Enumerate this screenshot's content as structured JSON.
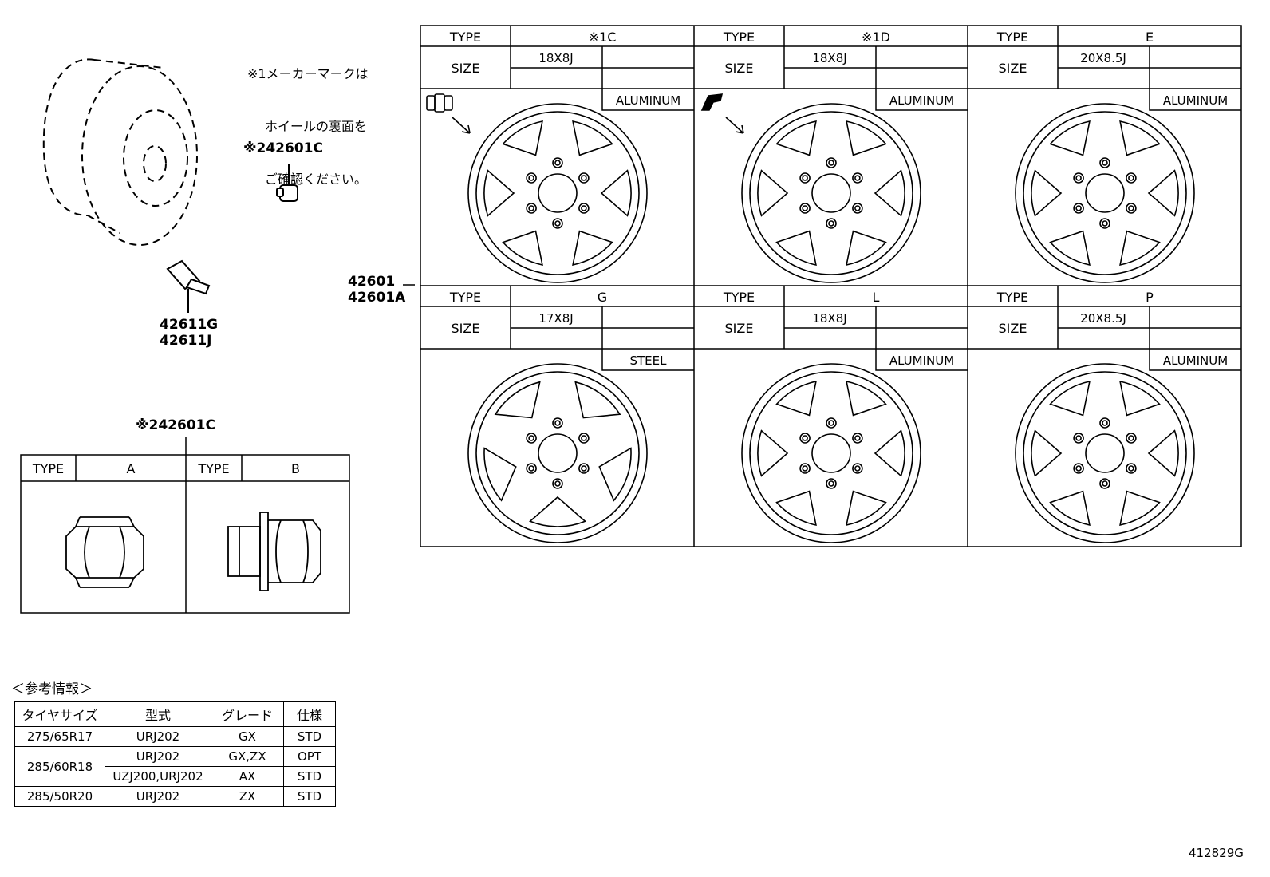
{
  "note_maker_mark": [
    "※1メーカーマークは",
    "ホイールの裏面を",
    "ご確認ください。"
  ],
  "part_nut_callout": "※242601C",
  "part_wheel": [
    "42601",
    "42601A"
  ],
  "part_valve": [
    "42611G",
    "42611J"
  ],
  "nut_section_title": "※242601C",
  "nut_table": {
    "type_label": "TYPE",
    "types": [
      "A",
      "B"
    ]
  },
  "wheel_table": {
    "type_label": "TYPE",
    "size_label": "SIZE",
    "cells": [
      {
        "type": "※1C",
        "size": "18X8J",
        "material": "ALUMINUM"
      },
      {
        "type": "※1D",
        "size": "18X8J",
        "material": "ALUMINUM"
      },
      {
        "type": "E",
        "size": "20X8.5J",
        "material": "ALUMINUM"
      },
      {
        "type": "G",
        "size": "17X8J",
        "material": "STEEL"
      },
      {
        "type": "L",
        "size": "18X8J",
        "material": "ALUMINUM"
      },
      {
        "type": "P",
        "size": "20X8.5J",
        "material": "ALUMINUM"
      }
    ]
  },
  "reference": {
    "title": "＜参考情報＞",
    "headers": [
      "タイヤサイズ",
      "型式",
      "グレード",
      "仕様"
    ],
    "rows": [
      {
        "tire": "275/65R17",
        "model": "URJ202",
        "grade": "GX",
        "spec": "STD"
      },
      {
        "tire": "285/60R18",
        "model": "URJ202",
        "grade": "GX,ZX",
        "spec": "OPT"
      },
      {
        "tire": "",
        "model": "UZJ200,URJ202",
        "grade": "AX",
        "spec": "STD"
      },
      {
        "tire": "285/50R20",
        "model": "URJ202",
        "grade": "ZX",
        "spec": "STD"
      }
    ]
  },
  "diagram_id": "412829G"
}
